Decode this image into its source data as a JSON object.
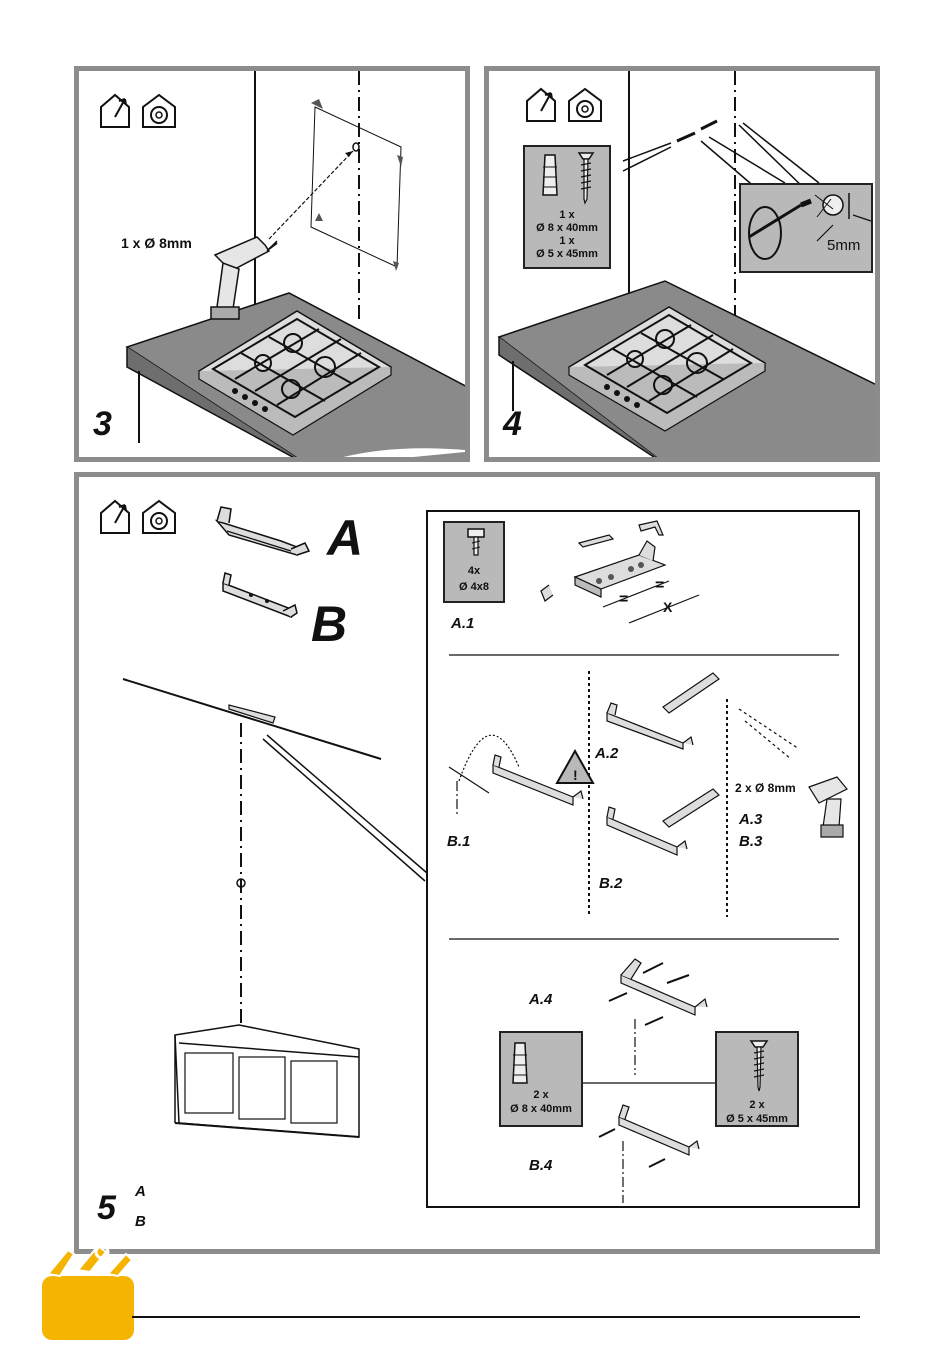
{
  "panel3": {
    "step": "3",
    "drill_label": "1 x Ø 8mm"
  },
  "panel4": {
    "step": "4",
    "fixings_qty_1": "1 x",
    "fixings_size_1": "Ø 8 x 40mm",
    "fixings_qty_2": "1 x",
    "fixings_size_2": "Ø 5 x 45mm",
    "gap_label": "5mm"
  },
  "panel5": {
    "step": "5",
    "step_sub_a": "A",
    "step_sub_b": "B",
    "variant_a": "A",
    "variant_b": "B",
    "a1": {
      "label": "A.1",
      "screw_qty": "4x",
      "screw_size": "Ø 4x8",
      "equal_mark": "=",
      "x_mark": "X"
    },
    "a2": "A.2",
    "b1": "B.1",
    "b2": "B.2",
    "a3": "A.3",
    "b3": "B.3",
    "drill_label": "2 x Ø 8mm",
    "warning_glyph": "!",
    "a4": "A.4",
    "b4": "B.4",
    "plug_qty": "2 x",
    "plug_size": "Ø 8 x 40mm",
    "screw_qty": "2 x",
    "screw_size": "Ø 5 x 45mm"
  },
  "icons": [
    "house-extraction-icon",
    "house-recirculation-icon",
    "toolbox-icon",
    "drill-icon",
    "pencil-icon",
    "warning-icon"
  ],
  "colors": {
    "panel_border": "#8c8c8c",
    "worktop": "#8a8a8a",
    "gray_box": "#b9b9b9",
    "toolbox": "#f4b400"
  }
}
